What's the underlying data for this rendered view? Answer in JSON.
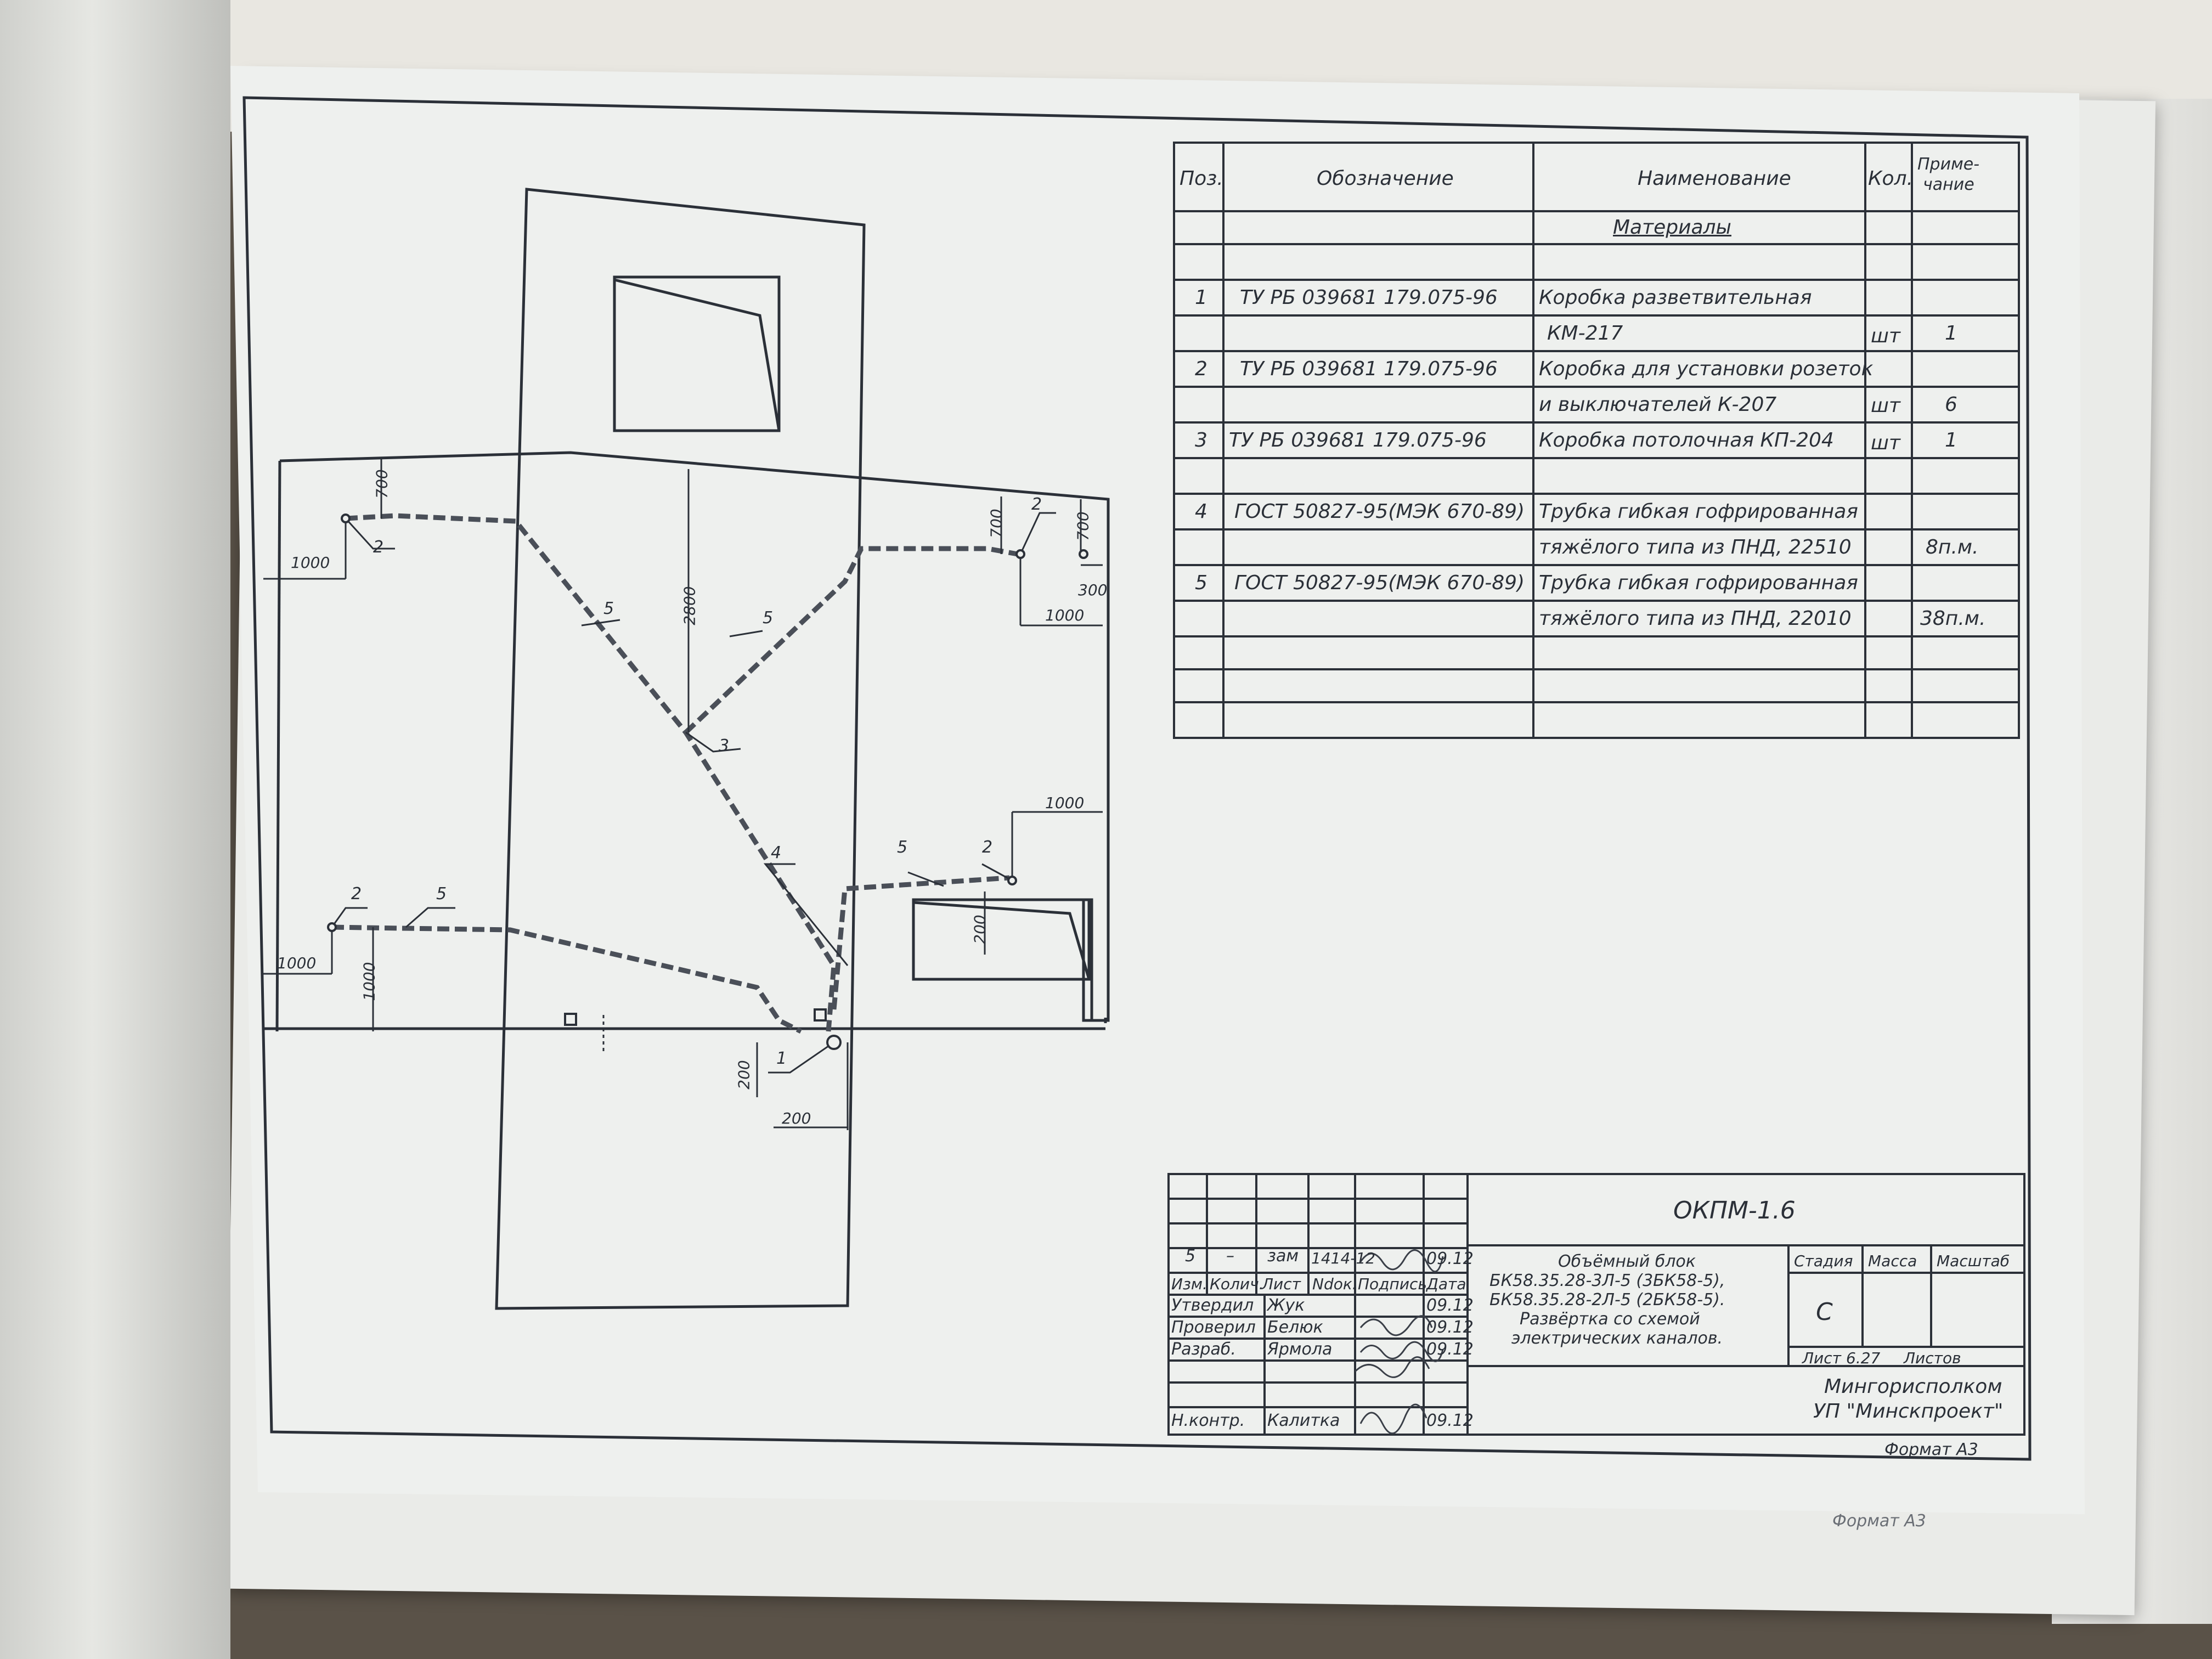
{
  "spec_table": {
    "headers": {
      "pos": "Поз.",
      "designation": "Обозначение",
      "name": "Наименование",
      "qty": "Кол.",
      "note_1": "Приме-",
      "note_2": "чание"
    },
    "section_title": "Материалы",
    "rows": [
      {
        "pos": "1",
        "designation": "ТУ РБ 039681 179.075-96",
        "name": "Коробка разветвительная",
        "qty": "",
        "note": ""
      },
      {
        "pos": "",
        "designation": "",
        "name": "КМ-217",
        "qty": "шт",
        "note": "1"
      },
      {
        "pos": "2",
        "designation": "ТУ РБ 039681 179.075-96",
        "name": "Коробка для установки розеток",
        "qty": "",
        "note": ""
      },
      {
        "pos": "",
        "designation": "",
        "name": "и выключателей К-207",
        "qty": "шт",
        "note": "6"
      },
      {
        "pos": "3",
        "designation": "ТУ РБ 039681 179.075-96",
        "name": "Коробка потолочная КП-204",
        "qty": "шт",
        "note": "1"
      },
      {
        "pos": "4",
        "designation": "ГОСТ 50827-95(МЭК 670-89)",
        "name": "Трубка гибкая гофрированная",
        "qty": "",
        "note": ""
      },
      {
        "pos": "",
        "designation": "",
        "name": "тяжёлого типа из ПНД, 22510",
        "qty": "",
        "note": "8п.м."
      },
      {
        "pos": "5",
        "designation": "ГОСТ 50827-95(МЭК 670-89)",
        "name": "Трубка гибкая гофрированная",
        "qty": "",
        "note": ""
      },
      {
        "pos": "",
        "designation": "",
        "name": "тяжёлого типа из ПНД, 22010",
        "qty": "",
        "note": "38п.м."
      }
    ]
  },
  "title_block": {
    "code": "ОКПМ-1.6",
    "revision_row": {
      "izm": "5",
      "kol": "–",
      "list": "зам",
      "ndok": "1414-12",
      "date": "09.12"
    },
    "col_headers": {
      "izm": "Изм.",
      "kol": "Колич.",
      "list": "Лист",
      "ndok": "Ndок.",
      "sign": "Подпись",
      "date": "Дата"
    },
    "people": [
      {
        "role": "Утвердил",
        "name": "Жук",
        "date": "09.12"
      },
      {
        "role": "Проверил",
        "name": "Белюк",
        "date": "09.12"
      },
      {
        "role": "Разраб.",
        "name": "Ярмола",
        "date": "09.12"
      },
      {
        "role": "Н.контр.",
        "name": "Калитка",
        "date": "09.12"
      }
    ],
    "description": [
      "Объёмный блок",
      "БК58.35.28-3Л-5 (3БК58-5),",
      "БК58.35.28-2Л-5 (2БК58-5).",
      "Развёртка со схемой",
      "электрических каналов."
    ],
    "stage_label": "Стадия",
    "mass_label": "Масса",
    "scale_label": "Масштаб",
    "stage_value": "С",
    "sheet_label": "Лист",
    "sheet_value": "6.27",
    "sheets_label": "Листов",
    "org_1": "Мингорисполком",
    "org_2": "УП \"Минскпроект\"",
    "format": "Формат А3"
  },
  "drawing": {
    "dims": {
      "d700_a": "700",
      "d1000_a": "1000",
      "d2800": "2800",
      "d700_b": "700",
      "d700_c": "700",
      "d300": "300",
      "d1000_b": "1000",
      "d1000_c": "1000",
      "d200_a": "200",
      "d1000_d": "1000",
      "d1000_e": "1000",
      "d200_b": "200",
      "d200_c": "200"
    },
    "labels": {
      "l2_a": "2",
      "l5_a": "5",
      "l5_b": "5",
      "l3": "3",
      "l2_b": "2",
      "l4": "4",
      "l5_c": "5",
      "l2_c": "2",
      "l2_d": "2",
      "l5_d": "5",
      "l1": "1"
    }
  },
  "back_sheet_format": "Формат А3"
}
